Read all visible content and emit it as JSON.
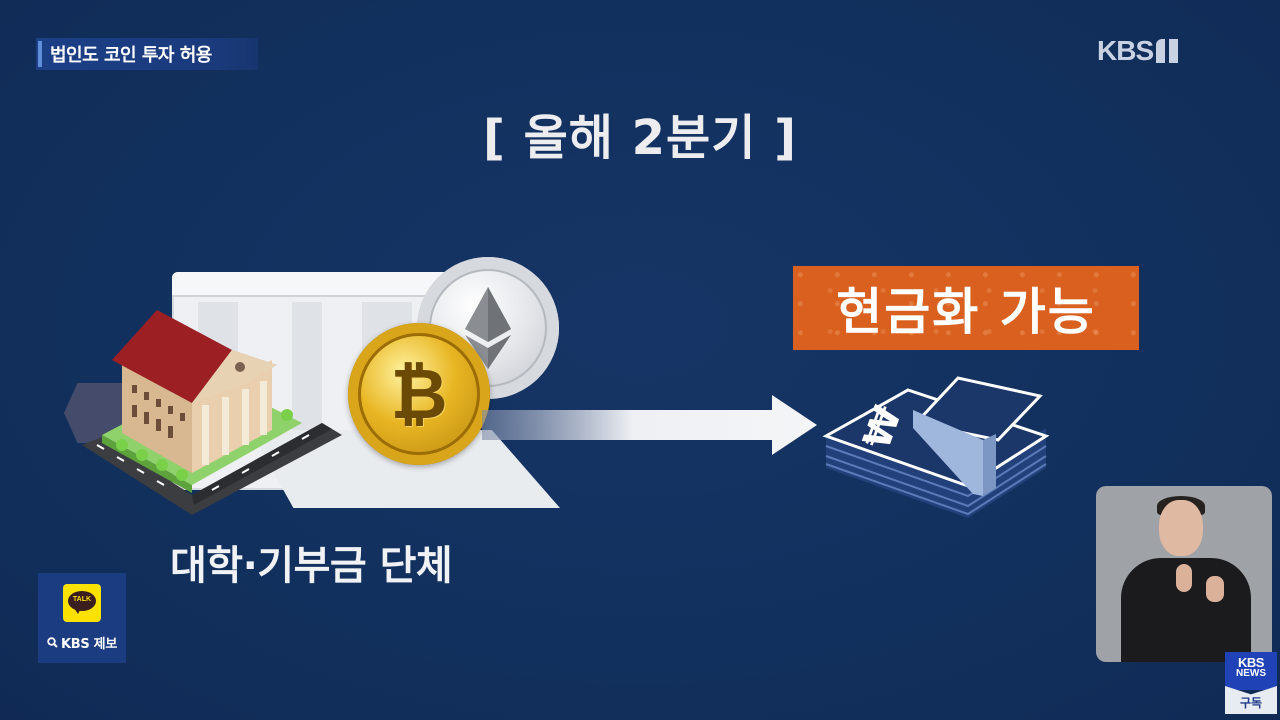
{
  "headline": {
    "text": "법인도 코인 투자 허용"
  },
  "channel_logo": {
    "text": "KBS",
    "channel_number": "1"
  },
  "slide": {
    "title": "[ 올해 2분기 ]",
    "left_label": "대학·기부금 단체",
    "right_badge": "현금화 가능",
    "icons": {
      "bitcoin_symbol": "₿",
      "won_symbol": "₩"
    }
  },
  "kakao_tip": {
    "icon_text": "TALK",
    "label": "KBS 제보",
    "search_glyph": "🔍"
  },
  "news_badge": {
    "brand": "KBS",
    "sub": "NEWS",
    "action": "구독"
  },
  "colors": {
    "background": "#13305f",
    "accent_orange": "#d9601f",
    "kakao_yellow": "#fae100",
    "headline_bg": "#1c3f86",
    "logo_gray": "#c9d2e3"
  }
}
